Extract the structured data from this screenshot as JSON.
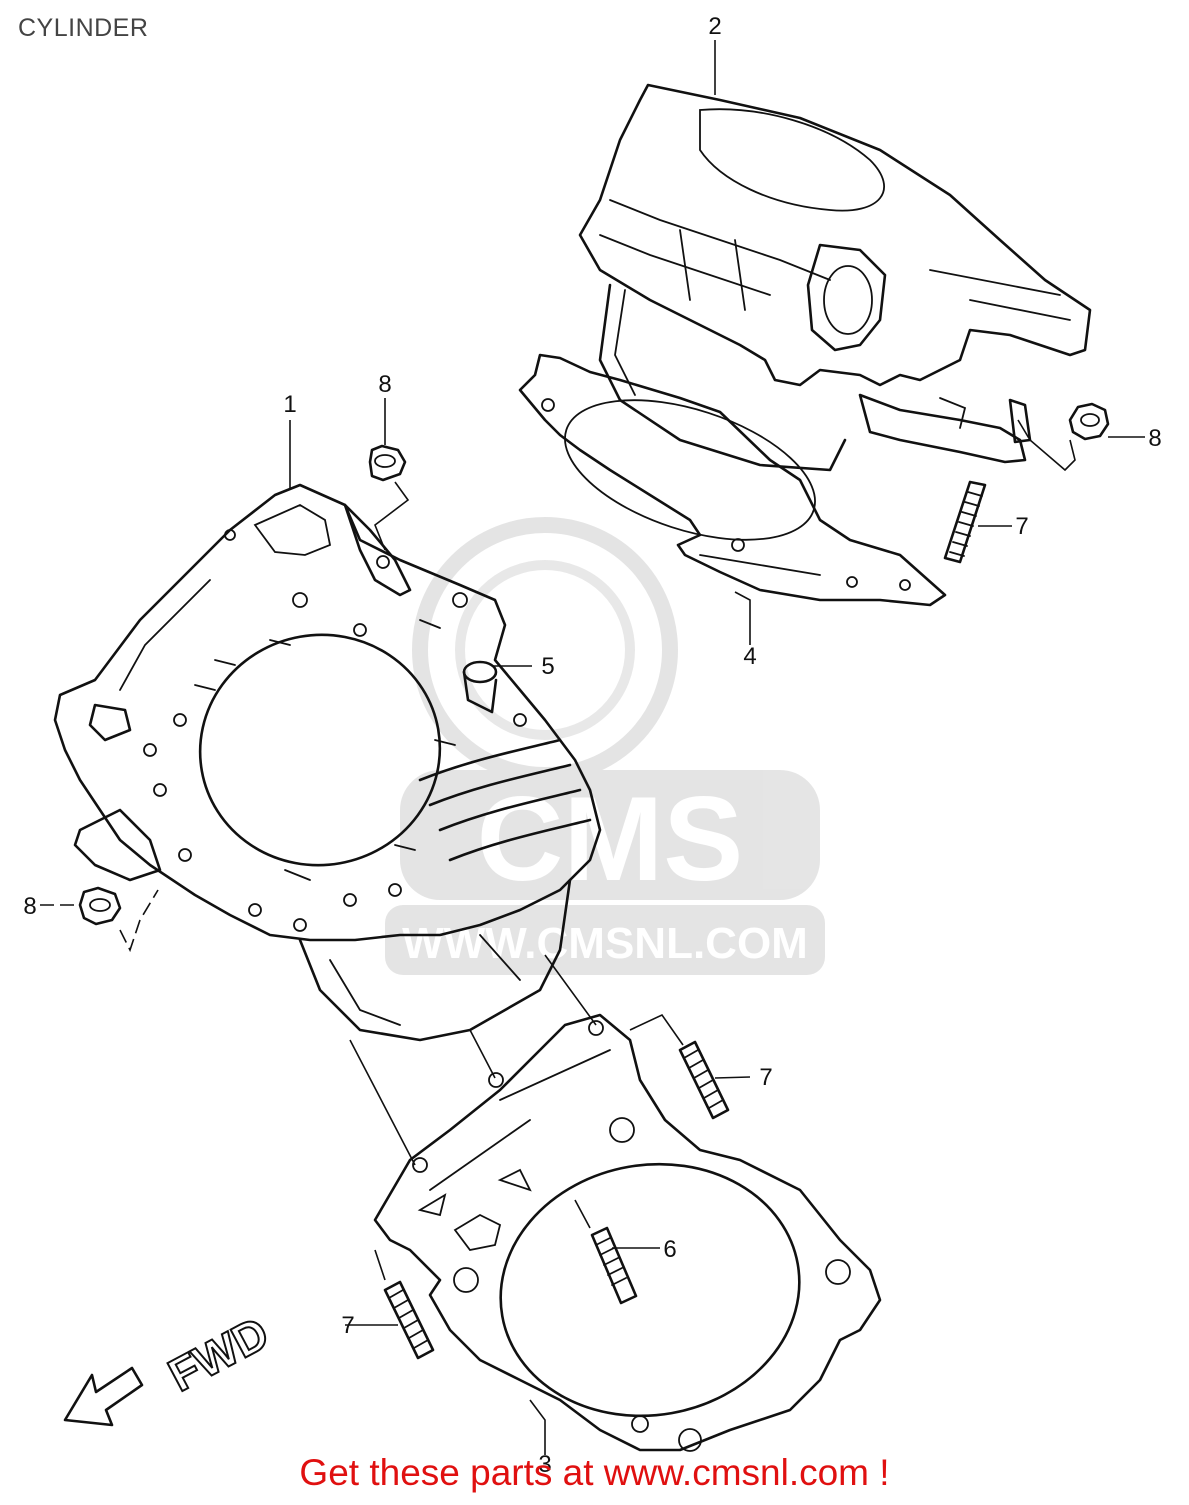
{
  "page": {
    "title": "CYLINDER",
    "footer_link": "Get these parts at www.cmsnl.com !"
  },
  "watermark": {
    "brand": "CMS",
    "url": "WWW.CMSNL.COM"
  },
  "direction_marker": {
    "label": "FWD"
  },
  "callouts": [
    {
      "number": "1"
    },
    {
      "number": "2"
    },
    {
      "number": "3"
    },
    {
      "number": "4"
    },
    {
      "number": "5"
    },
    {
      "number": "6"
    },
    {
      "number": "7"
    },
    {
      "number": "7"
    },
    {
      "number": "7"
    },
    {
      "number": "8"
    },
    {
      "number": "8"
    },
    {
      "number": "8"
    }
  ],
  "colors": {
    "line_art": "#111111",
    "footer_link": "#e01010",
    "watermark": "#cfcfcf"
  }
}
